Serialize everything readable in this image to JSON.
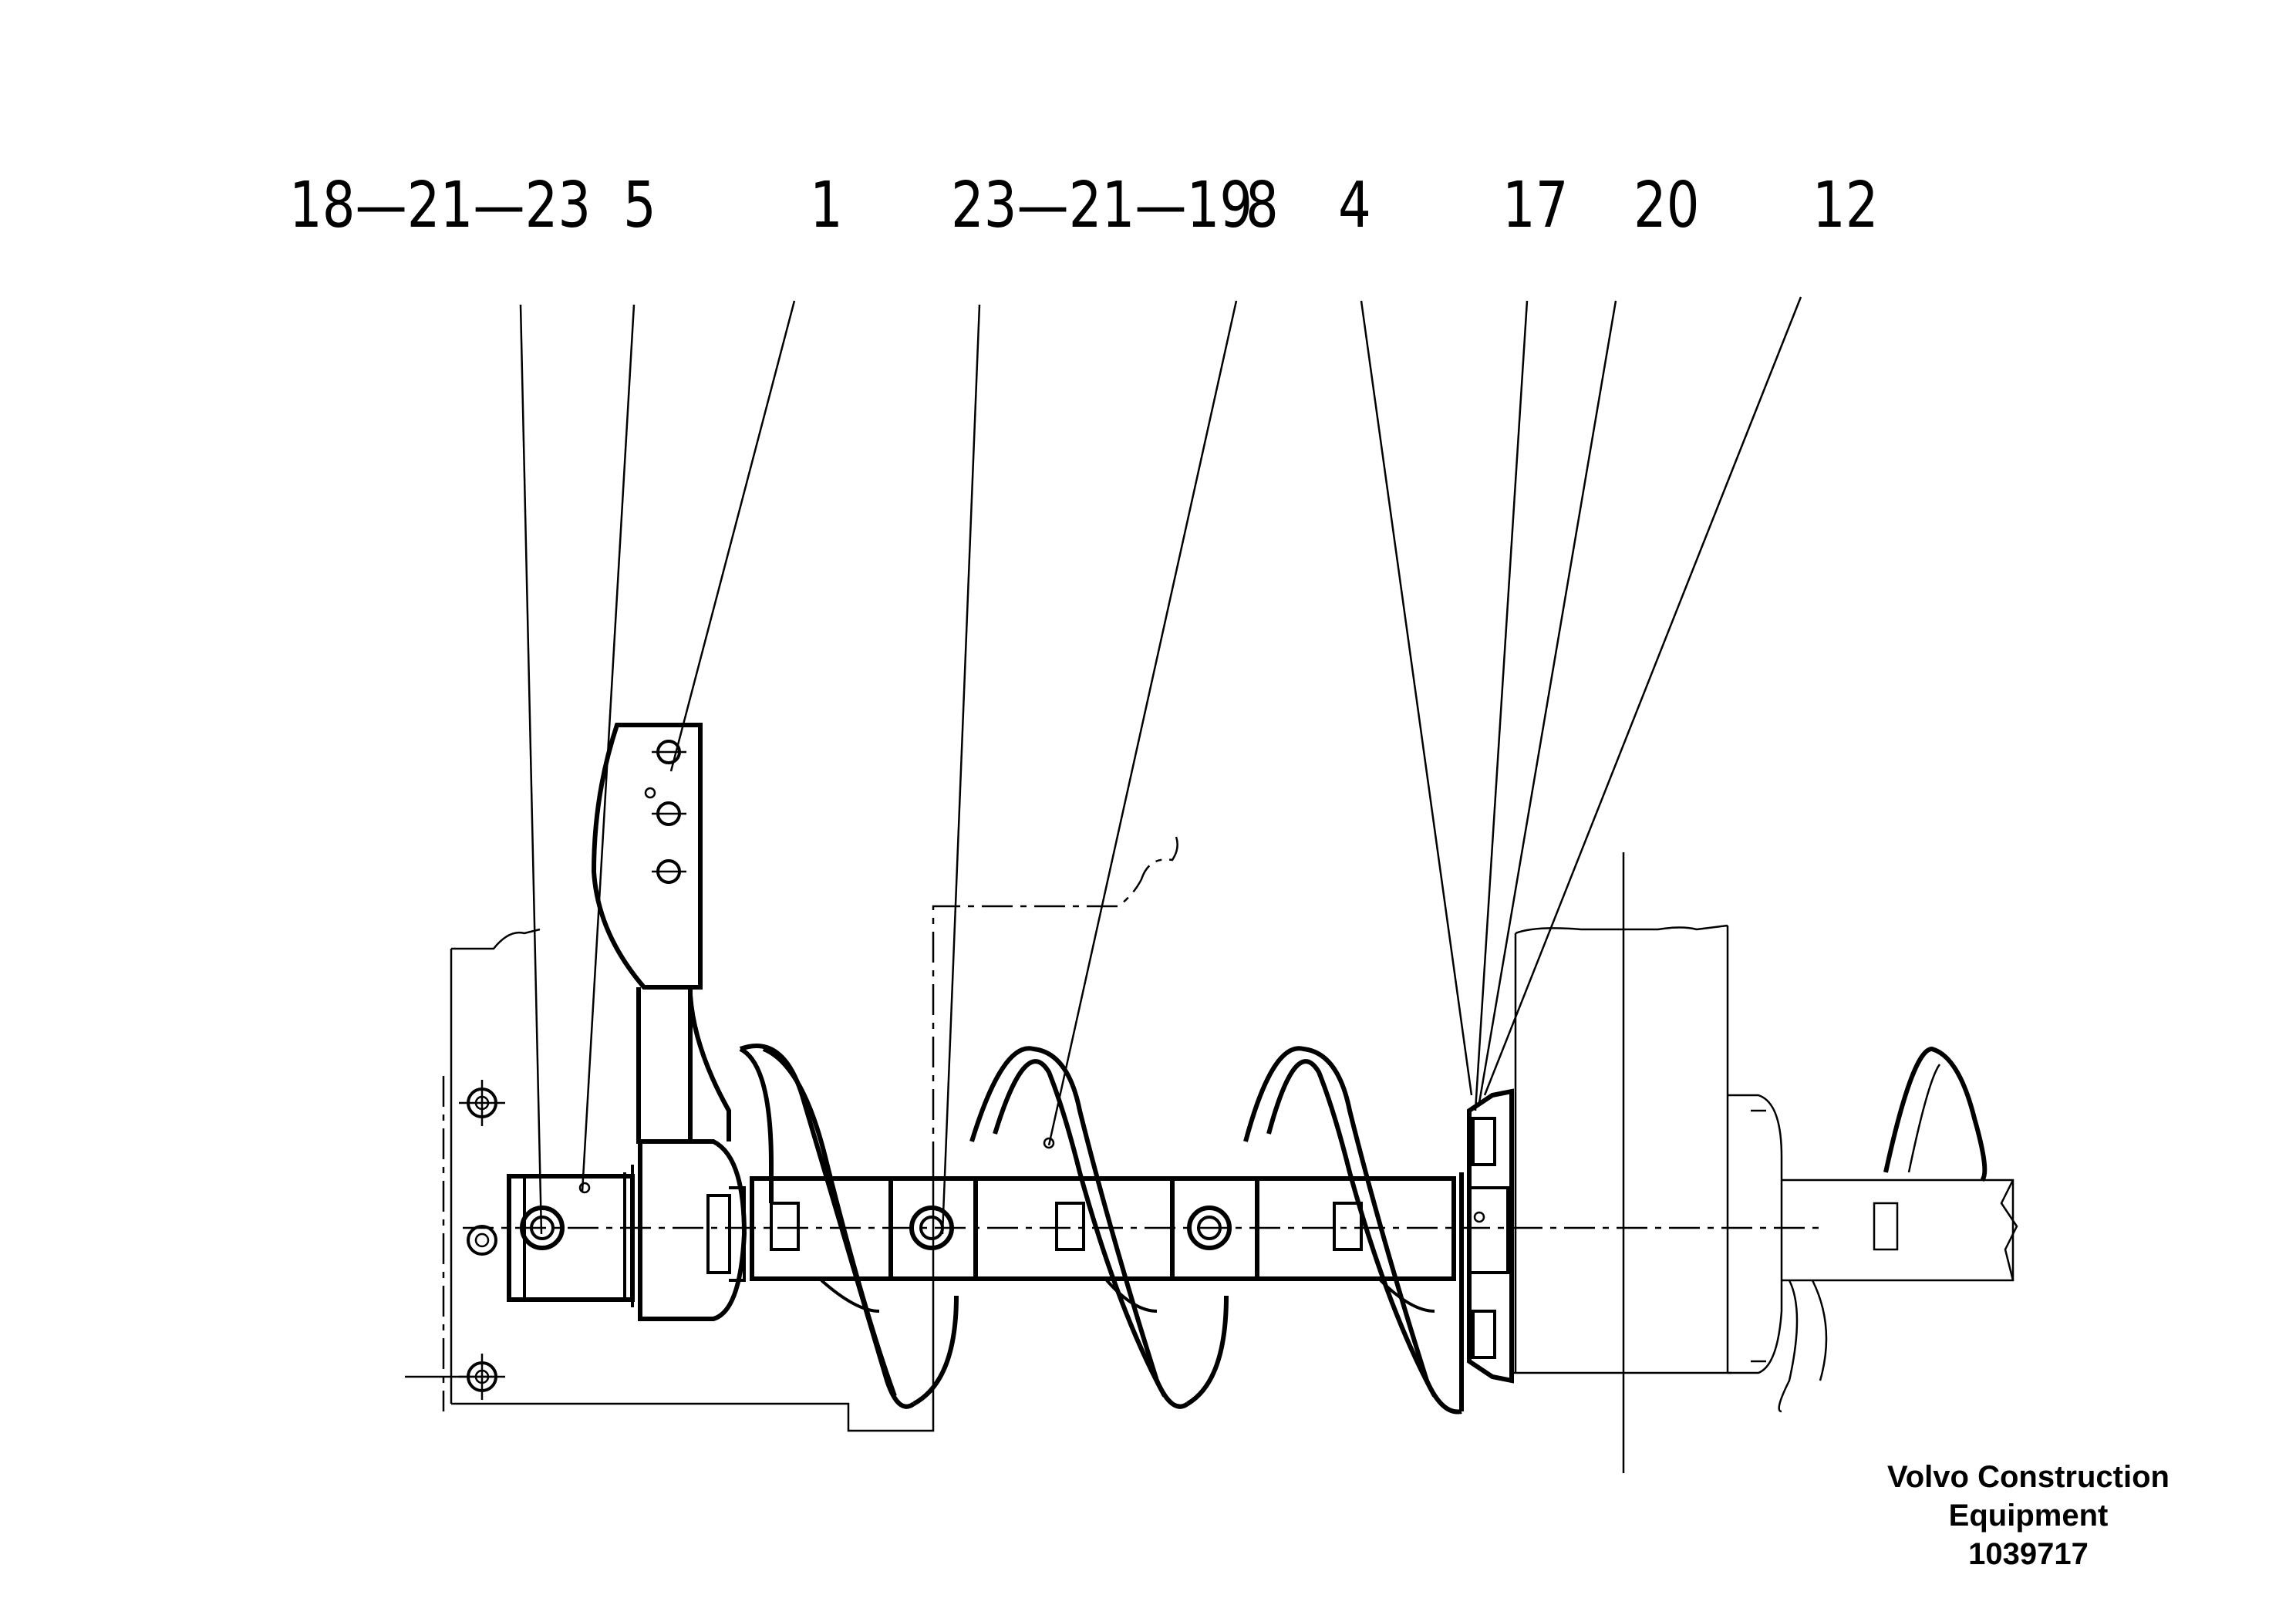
{
  "callouts": [
    {
      "id": "c1",
      "label": "18—21—23"
    },
    {
      "id": "c2",
      "label": "5"
    },
    {
      "id": "c3",
      "label": "1"
    },
    {
      "id": "c4",
      "label": "23—21—19"
    },
    {
      "id": "c5",
      "label": "8"
    },
    {
      "id": "c6",
      "label": "4"
    },
    {
      "id": "c7",
      "label": "17"
    },
    {
      "id": "c8",
      "label": "20"
    },
    {
      "id": "c9",
      "label": "12"
    }
  ],
  "footer": {
    "brand_line1": "Volvo Construction",
    "brand_line2": "Equipment",
    "drawing_number": "1039717"
  }
}
